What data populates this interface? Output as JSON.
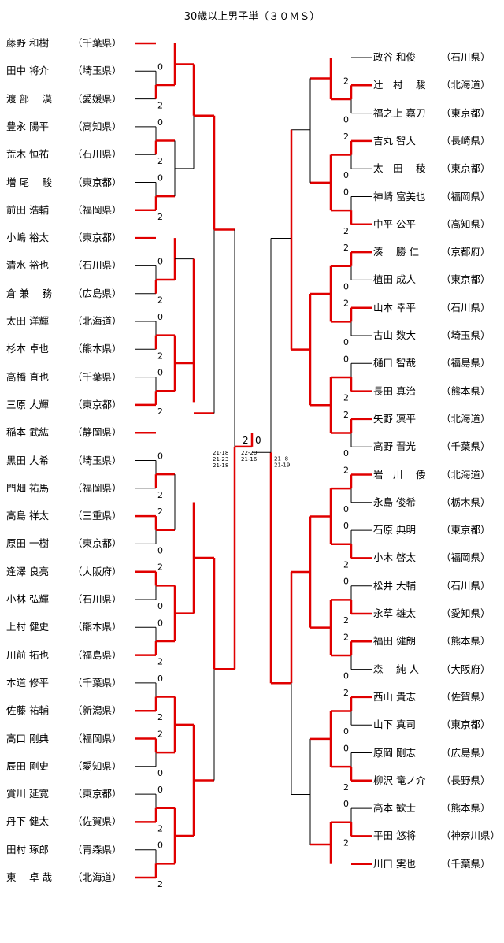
{
  "title": "30歳以上男子単（３０ＭＳ）",
  "left_players": [
    {
      "name": "藤野 和樹",
      "pref": "（千葉県）"
    },
    {
      "name": "田中 将介",
      "pref": "（埼玉県）"
    },
    {
      "name": "渡 部　 漠",
      "pref": "（愛媛県）"
    },
    {
      "name": "豊永 陽平",
      "pref": "（高知県）"
    },
    {
      "name": "荒木 恒祐",
      "pref": "（石川県）"
    },
    {
      "name": "増 尾　 駿",
      "pref": "（東京都）"
    },
    {
      "name": "前田 浩輔",
      "pref": "（福岡県）"
    },
    {
      "name": "小嶋 裕太",
      "pref": "（東京都）"
    },
    {
      "name": "清水 裕也",
      "pref": "（石川県）"
    },
    {
      "name": "倉 兼　 務",
      "pref": "（広島県）"
    },
    {
      "name": "太田 洋輝",
      "pref": "（北海道）"
    },
    {
      "name": "杉本 卓也",
      "pref": "（熊本県）"
    },
    {
      "name": "高橋 直也",
      "pref": "（千葉県）"
    },
    {
      "name": "三原 大輝",
      "pref": "（東京都）"
    },
    {
      "name": "稲本 武紘",
      "pref": "（静岡県）"
    },
    {
      "name": "黒田 大希",
      "pref": "（埼玉県）"
    },
    {
      "name": "門畑 祐馬",
      "pref": "（福岡県）"
    },
    {
      "name": "高島 祥太",
      "pref": "（三重県）"
    },
    {
      "name": "原田 一樹",
      "pref": "（東京都）"
    },
    {
      "name": "逢澤 良亮",
      "pref": "（大阪府）"
    },
    {
      "name": "小林 弘輝",
      "pref": "（石川県）"
    },
    {
      "name": "上村 健史",
      "pref": "（熊本県）"
    },
    {
      "name": "川前 拓也",
      "pref": "（福島県）"
    },
    {
      "name": "本道 修平",
      "pref": "（千葉県）"
    },
    {
      "name": "佐藤 祐輔",
      "pref": "（新潟県）"
    },
    {
      "name": "高口 剛典",
      "pref": "（福岡県）"
    },
    {
      "name": "辰田 剛史",
      "pref": "（愛知県）"
    },
    {
      "name": "賞川 延寛",
      "pref": "（東京都）"
    },
    {
      "name": "丹下 健太",
      "pref": "（佐賀県）"
    },
    {
      "name": "田村 琢郎",
      "pref": "（青森県）"
    },
    {
      "name": "東　 卓 哉",
      "pref": "（北海道）"
    }
  ],
  "right_players": [
    {
      "name": "政谷 和俊",
      "pref": "（石川県）"
    },
    {
      "name": "辻　村　 駿",
      "pref": "（北海道）"
    },
    {
      "name": "福之上 嘉刀",
      "pref": "（東京都）"
    },
    {
      "name": "吉丸 智大",
      "pref": "（長崎県）"
    },
    {
      "name": "太　田　 稜",
      "pref": "（東京都）"
    },
    {
      "name": "神崎 富美也",
      "pref": "（福岡県）"
    },
    {
      "name": "中平 公平",
      "pref": "（高知県）"
    },
    {
      "name": "湊　 勝 仁",
      "pref": "（京都府）"
    },
    {
      "name": "植田 成人",
      "pref": "（東京都）"
    },
    {
      "name": "山本 幸平",
      "pref": "（石川県）"
    },
    {
      "name": "古山 数大",
      "pref": "（埼玉県）"
    },
    {
      "name": "樋口 智哉",
      "pref": "（福島県）"
    },
    {
      "name": "長田 真治",
      "pref": "（熊本県）"
    },
    {
      "name": "矢野 凜平",
      "pref": "（北海道）"
    },
    {
      "name": "高野 晋光",
      "pref": "（千葉県）"
    },
    {
      "name": "岩　川　 倭",
      "pref": "（北海道）"
    },
    {
      "name": "永島 俊希",
      "pref": "（栃木県）"
    },
    {
      "name": "石原 典明",
      "pref": "（東京都）"
    },
    {
      "name": "小木 啓太",
      "pref": "（福岡県）"
    },
    {
      "name": "松井 大輔",
      "pref": "（石川県）"
    },
    {
      "name": "永草 雄太",
      "pref": "（愛知県）"
    },
    {
      "name": "福田 健朗",
      "pref": "（熊本県）"
    },
    {
      "name": "森　 純 人",
      "pref": "（大阪府）"
    },
    {
      "name": "西山 貴志",
      "pref": "（佐賀県）"
    },
    {
      "name": "山下 真司",
      "pref": "（東京都）"
    },
    {
      "name": "原岡 剛志",
      "pref": "（広島県）"
    },
    {
      "name": "柳沢 竜ノ介",
      "pref": "（長野県）"
    },
    {
      "name": "高本 歓士",
      "pref": "（熊本県）"
    },
    {
      "name": "平田 悠将",
      "pref": "（神奈川県）"
    },
    {
      "name": "川口 実也",
      "pref": "（千葉県）"
    }
  ],
  "final": {
    "left_score": "2",
    "right_score": "0",
    "sets": [
      "22-20",
      "21-16"
    ]
  },
  "semis": {
    "left": {
      "sets_top": [
        "21-18",
        "21-23",
        "21-18"
      ]
    },
    "right": {
      "sets": [
        "21- 8",
        "21-19"
      ]
    }
  },
  "colors": {
    "win": "#e00000",
    "lose": "#000000"
  }
}
